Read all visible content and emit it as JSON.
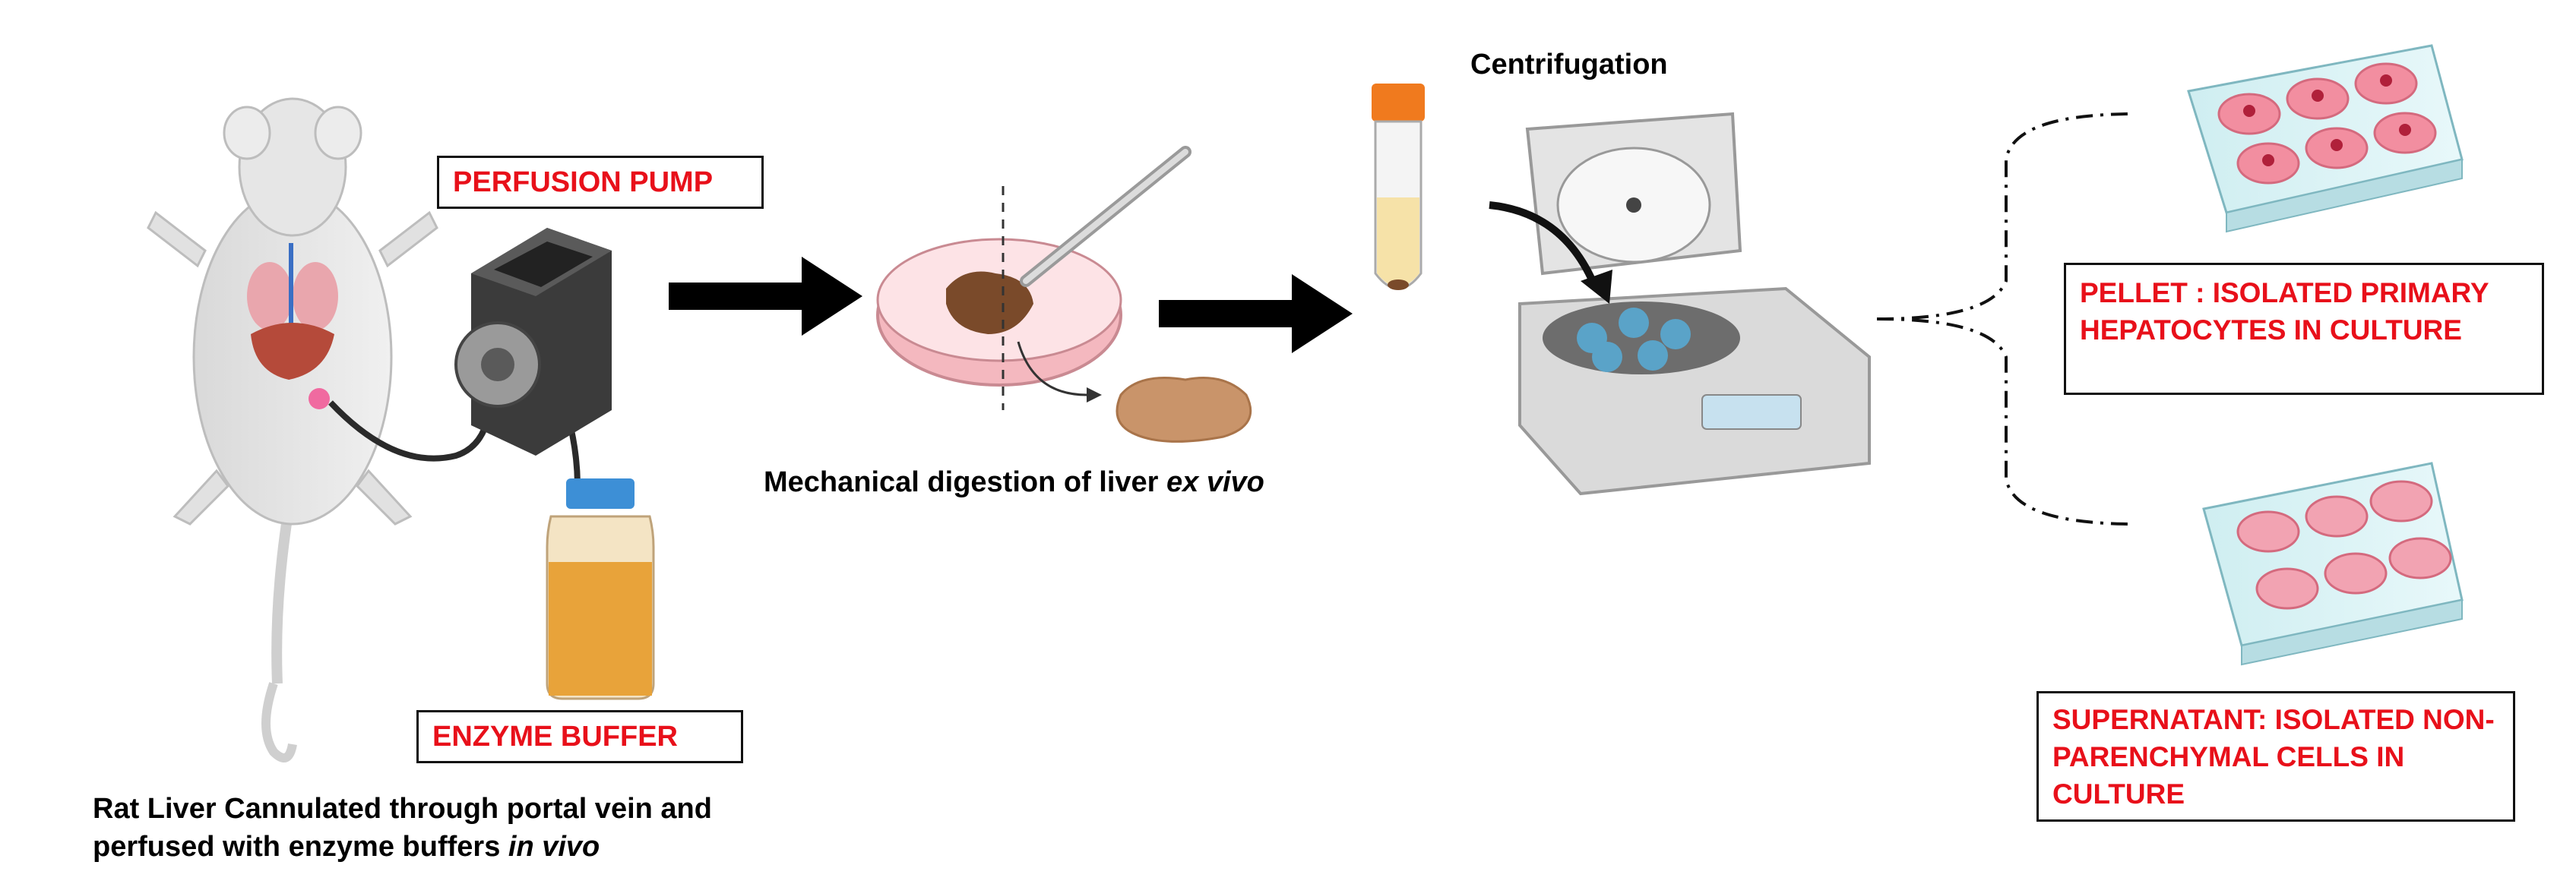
{
  "labels": {
    "perfusion_pump": "PERFUSION PUMP",
    "enzyme_buffer": "ENZYME BUFFER",
    "centrifugation": "Centrifugation",
    "pellet": "PELLET : ISOLATED PRIMARY HEPATOCYTES IN CULTURE",
    "supernatant": "SUPERNATANT: ISOLATED NON-PARENCHYMAL CELLS IN CULTURE"
  },
  "captions": {
    "rat_line1": "Rat Liver Cannulated through portal vein and",
    "rat_line2_prefix": "perfused with enzyme buffers ",
    "rat_line2_italic": "in vivo",
    "digestion_prefix": "Mechanical digestion of liver ",
    "digestion_italic": "ex vivo"
  },
  "colors": {
    "label_text": "#e8101a",
    "arrow": "#000000",
    "buffer": "#e8a33a",
    "liver": "#7a4a2a",
    "dish_media": "#f4b8bf",
    "tube_cap": "#f07a1e",
    "bottle_cap": "#3d8fd6"
  },
  "icons": [
    "rat-illustration",
    "perfusion-pump-icon",
    "buffer-bottle-icon",
    "petri-dish-icon",
    "scalpel-icon",
    "falcon-tube-icon",
    "centrifuge-icon",
    "well-plate-icon"
  ]
}
